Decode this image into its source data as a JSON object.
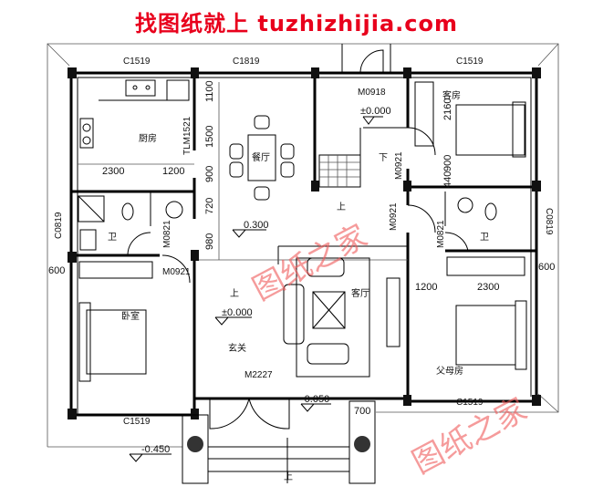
{
  "header": {
    "title": "找图纸就上 tuzhizhijia.com",
    "title_color": "#e8001c"
  },
  "watermark": {
    "text": "图纸之家",
    "color": "#f05a5a"
  },
  "rooms": {
    "kitchen": "厨房",
    "dining": "餐厅",
    "guest_room": "客房",
    "bath_left": "卫",
    "bath_right": "卫",
    "bedroom": "卧室",
    "foyer": "玄关",
    "living": "客厅",
    "parents_room": "父母房"
  },
  "stairs": {
    "down": "下",
    "up_stair": "上",
    "up_foyer": "上",
    "up_steps": "上"
  },
  "windows": {
    "top_left": "C1519",
    "top_mid": "C1819",
    "top_right": "C1519",
    "left_side": "C0819",
    "right_side": "C0819",
    "bottom_left": "C1519",
    "bottom_right": "C1519"
  },
  "doors": {
    "back": "M0918",
    "stair": "M0921",
    "bath_right_hall": "M0921",
    "bath_left": "M0821",
    "bath_right": "M0821",
    "bedroom": "M0921",
    "front": "M2227",
    "kitchen_sliding": "TLM1521"
  },
  "levels": {
    "stair_hall": "±0.000",
    "hall": "0.300",
    "foyer": "±0.000",
    "porch": "-0.050",
    "ground": "-0.450"
  },
  "dimensions": {
    "dining_1": "1100",
    "dining_2": "1500",
    "dining_3": "900",
    "hall_1": "720",
    "hall_2": "980",
    "kitchen_a": "2300",
    "kitchen_b": "1200",
    "guest_a": "2160",
    "guest_b": "900",
    "guest_c": "440",
    "left_overhang": "600",
    "right_overhang": "600",
    "parents_a": "1200",
    "parents_b": "2300",
    "porch": "700"
  }
}
